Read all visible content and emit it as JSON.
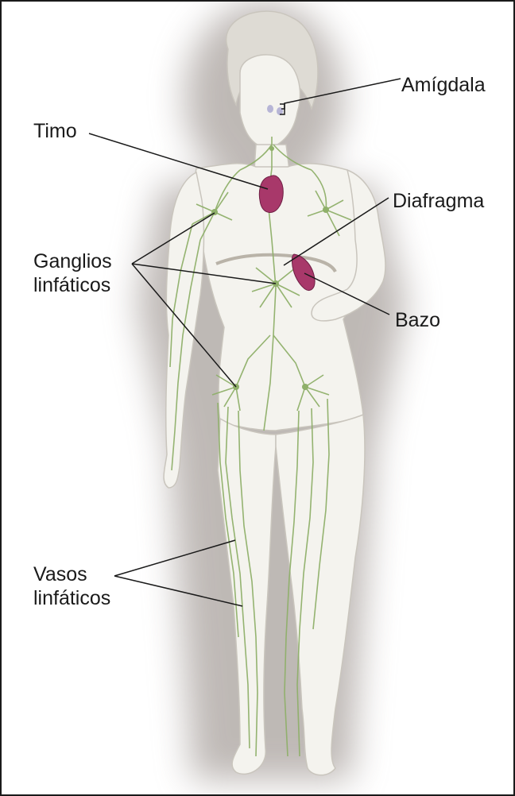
{
  "labels": {
    "amigdala": "Amígdala",
    "timo": "Timo",
    "diafragma": "Diafragma",
    "ganglios_line1": "Ganglios",
    "ganglios_line2": "linfáticos",
    "bazo": "Bazo",
    "vasos_line1": "Vasos",
    "vasos_line2": "linfáticos"
  },
  "colors": {
    "border": "#1a1a1a",
    "text": "#1a1a1a",
    "body_fill": "#f4f3ee",
    "body_shadow": "#8a807a",
    "lymph_vessels": "#8fb06a",
    "organs": "#a8386a",
    "leader_lines": "#1a1a1a"
  }
}
